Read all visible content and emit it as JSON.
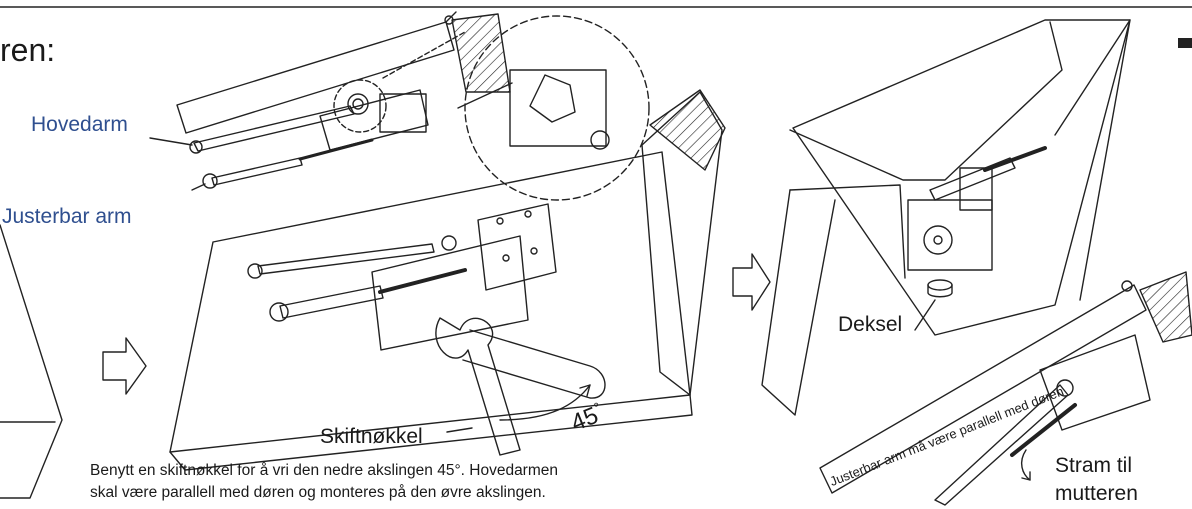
{
  "heading": "ren:",
  "labels": {
    "main_arm": "Hovedarm",
    "adjustable_arm": "Justerbar arm",
    "wrench": "Skiftnøkkel",
    "cover": "Deksel",
    "angle": "45",
    "angle_degree": "°",
    "parallel_note": "Justerbar arm må være parallell med døren",
    "tighten_line1": "Stram til",
    "tighten_line2": "mutteren"
  },
  "instruction": {
    "line1": "Benytt en skiftnøkkel for å vri den nedre akslingen 45°. Hovedarmen",
    "line2": "skal være parallell med døren og monteres på den øvre akslingen."
  },
  "colors": {
    "label_blue": "#2f4f8f",
    "line": "#222222",
    "text": "#1a1a1a"
  }
}
